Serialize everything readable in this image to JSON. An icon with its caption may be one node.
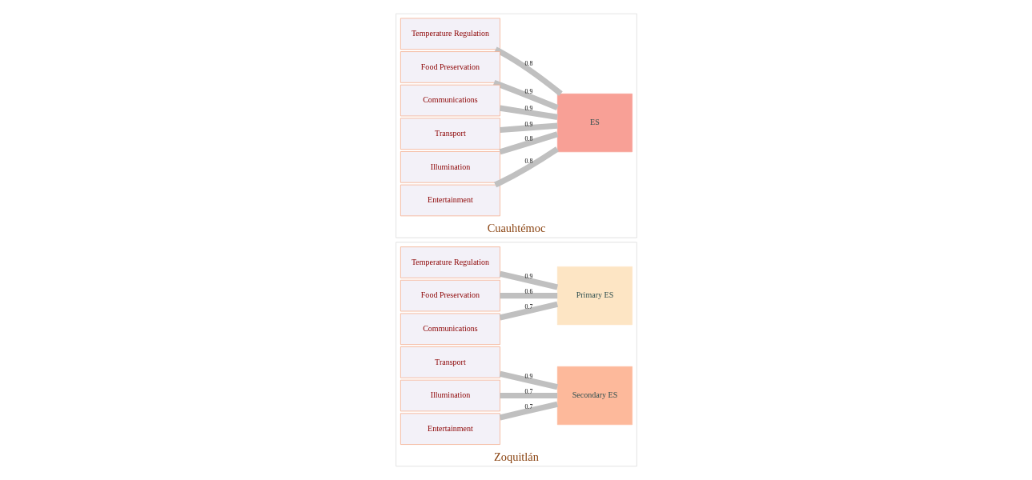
{
  "diagram": {
    "nodes": [
      {
        "text": [
          "Zoquitlán"
        ]
      },
      {
        "text": [
          "Temperature Regulation"
        ],
        "in": 0
      },
      {
        "text": [
          "Food Preservation"
        ],
        "in": 0
      },
      {
        "text": [
          "Communications"
        ],
        "in": 0
      },
      {
        "text": [
          "Primary ES"
        ],
        "in": 0
      },
      {
        "text": [
          "Transport"
        ],
        "in": 0
      },
      {
        "text": [
          "Illumination"
        ],
        "in": 0
      },
      {
        "text": [
          "Entertainment"
        ],
        "in": 0
      },
      {
        "text": [
          "Secondary ES"
        ],
        "in": 0
      },
      {
        "text": [
          "Cuauhtémoc"
        ]
      },
      {
        "text": [
          "Temperature Regulation"
        ],
        "in": 9
      },
      {
        "text": [
          "Food Preservation"
        ],
        "in": 9
      },
      {
        "text": [
          "Communications"
        ],
        "in": 9
      },
      {
        "text": [
          "Transport"
        ],
        "in": 9
      },
      {
        "text": [
          "Illumination"
        ],
        "in": 9
      },
      {
        "text": [
          "Entertainment"
        ],
        "in": 9
      },
      {
        "text": [
          "ES"
        ],
        "in": 9
      }
    ],
    "edges": [
      {
        "from": 1,
        "to": 4,
        "arrow": "none",
        "label": "0.9"
      },
      {
        "from": 2,
        "to": 4,
        "arrow": "none",
        "label": "0.6"
      },
      {
        "from": 3,
        "to": 4,
        "arrow": "none",
        "label": "0.7"
      },
      {
        "from": 5,
        "to": 8,
        "arrow": "none",
        "label": "0.9"
      },
      {
        "from": 6,
        "to": 8,
        "arrow": "none",
        "label": "0.7"
      },
      {
        "from": 7,
        "to": 8,
        "arrow": "none",
        "label": "0.7"
      },
      {
        "from": 10,
        "to": 16,
        "arrow": "none",
        "label": "0.8"
      },
      {
        "from": 11,
        "to": 16,
        "arrow": "none",
        "label": "0.9"
      },
      {
        "from": 12,
        "to": 16,
        "arrow": "none",
        "label": "0.9"
      },
      {
        "from": 13,
        "to": 16,
        "arrow": "none",
        "label": "0.9"
      },
      {
        "from": 14,
        "to": 16,
        "arrow": "none",
        "label": "0.8"
      },
      {
        "from": 15,
        "to": 16,
        "arrow": "none",
        "label": "0.8"
      }
    ]
  }
}
